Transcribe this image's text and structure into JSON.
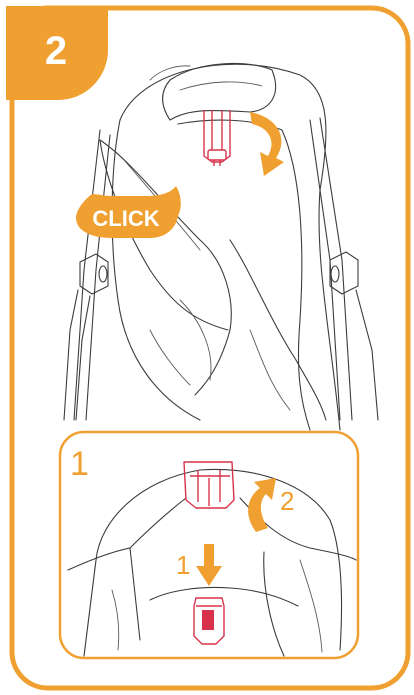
{
  "step": {
    "number": "2"
  },
  "main_panel": {
    "click_label": "CLICK"
  },
  "inset": {
    "number": "1",
    "arrow_down_label": "1",
    "arrow_curve_label": "2"
  },
  "colors": {
    "accent": "#f0a030",
    "frame": "#f0a030",
    "latch": "#d8324a",
    "outline": "#3c3c3c"
  }
}
